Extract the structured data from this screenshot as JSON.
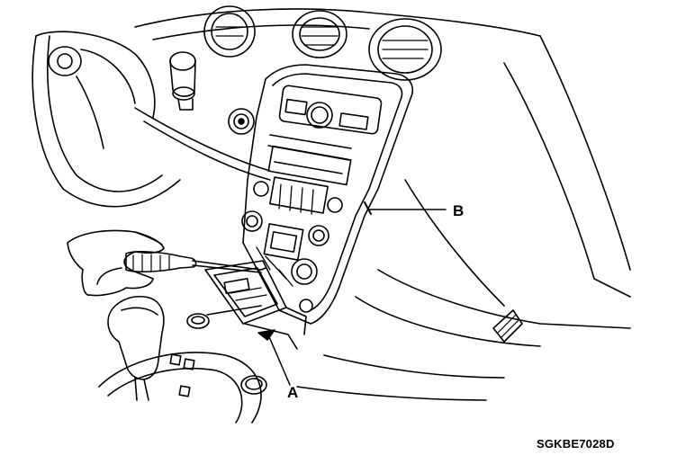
{
  "figure": {
    "callouts": {
      "a": "A",
      "b": "B"
    },
    "code": "SGKBE7028D"
  },
  "colors": {
    "ink": "#000000",
    "paper": "#ffffff"
  },
  "icons": [
    "steering-wheel-icon",
    "screwdriver-icon",
    "gear-shift-icon",
    "hand-icon",
    "center-fascia-panel",
    "glove-tray-icon"
  ]
}
